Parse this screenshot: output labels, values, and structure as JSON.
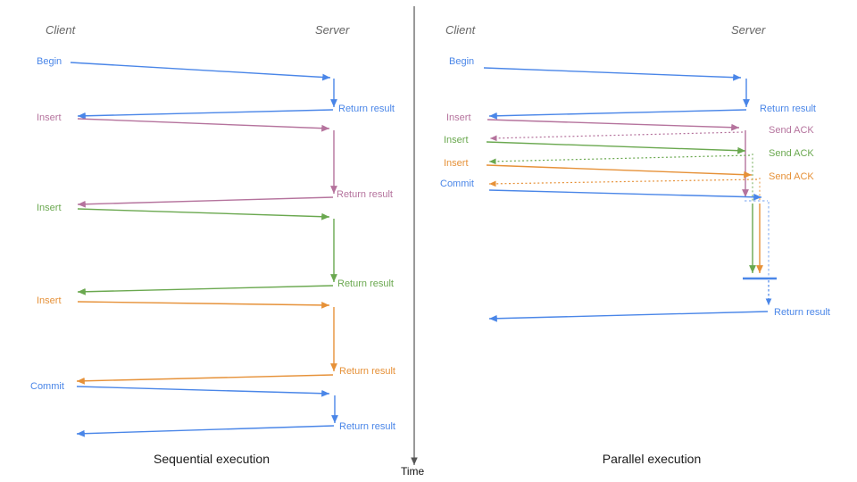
{
  "colors": {
    "blue": "#4a86e8",
    "light_blue_dashed": "#8fb5f3",
    "pink": "#b5739d",
    "green": "#6aa84f",
    "orange": "#e69138",
    "time_axis": "#555555",
    "header_gray": "#666666",
    "caption_black": "#1a1a1a"
  },
  "time_axis": {
    "label": "Time"
  },
  "sequential": {
    "caption": "Sequential execution",
    "client_header": "Client",
    "server_header": "Server",
    "operations": [
      {
        "request": "Begin",
        "response": "Return result",
        "color_name": "blue"
      },
      {
        "request": "Insert",
        "response": "Return result",
        "color_name": "pink"
      },
      {
        "request": "Insert",
        "response": "Return result",
        "color_name": "green"
      },
      {
        "request": "Insert",
        "response": "Return result",
        "color_name": "orange"
      },
      {
        "request": "Commit",
        "response": "Return result",
        "color_name": "blue"
      }
    ]
  },
  "parallel": {
    "caption": "Parallel execution",
    "client_header": "Client",
    "server_header": "Server",
    "operations": [
      {
        "request": "Begin",
        "response": "Return result",
        "color_name": "blue"
      },
      {
        "request": "Insert",
        "response": "Send ACK",
        "color_name": "pink"
      },
      {
        "request": "Insert",
        "response": "Send ACK",
        "color_name": "green"
      },
      {
        "request": "Insert",
        "response": "Send ACK",
        "color_name": "orange"
      },
      {
        "request": "Commit",
        "response": "Return result",
        "color_name": "blue"
      }
    ]
  }
}
